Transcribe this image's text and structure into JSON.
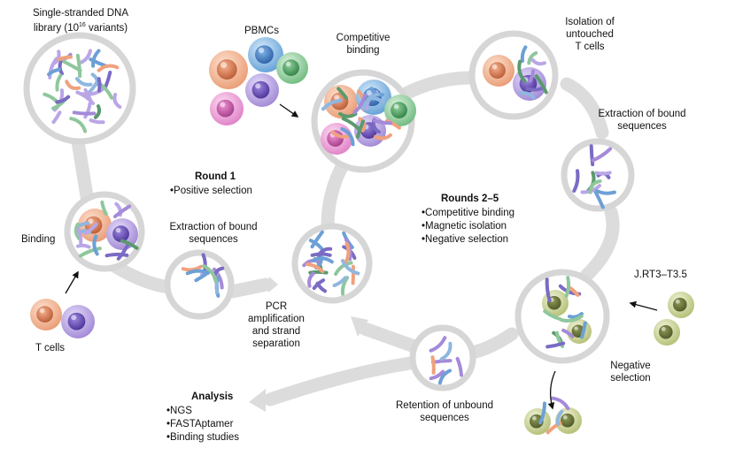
{
  "library": {
    "line1": "Single-stranded DNA",
    "line2_pre": "library (10",
    "line2_sup": "16",
    "line2_post": " variants)"
  },
  "pbmcs": "PBMCs",
  "competitive_binding": {
    "l1": "Competitive",
    "l2": "binding"
  },
  "isolation": {
    "l1": "Isolation of",
    "l2": "untouched",
    "l3": "T cells"
  },
  "extraction_right": {
    "l1": "Extraction of bound",
    "l2": "sequences"
  },
  "round1": {
    "title": "Round 1",
    "items": [
      "Positive selection"
    ]
  },
  "rounds25": {
    "title": "Rounds 2–5",
    "items": [
      "Competitive binding",
      "Magnetic isolation",
      "Negative selection"
    ]
  },
  "binding": "Binding",
  "extraction_left": {
    "l1": "Extraction of bound",
    "l2": "sequences"
  },
  "t_cells": "T cells",
  "pcr": {
    "l1": "PCR",
    "l2": "amplification",
    "l3": "and strand",
    "l4": "separation"
  },
  "jrt3": "J.RT3–T3.5",
  "negative_selection": {
    "l1": "Negative",
    "l2": "selection"
  },
  "retention": {
    "l1": "Retention of unbound",
    "l2": "sequences"
  },
  "analysis": {
    "title": "Analysis",
    "items": [
      "NGS",
      "FASTAptamer",
      "Binding studies"
    ]
  },
  "colors": {
    "track": "#dcdcdc",
    "circle_fill": "#ffffff",
    "circle_stroke": "#d6d6d6",
    "t_cell_orange": "#e9a07a",
    "t_cell_purple": "#a98fd6",
    "pbmc_blue": "#6fa8d8",
    "pbmc_green": "#7cc08a",
    "pbmc_pink": "#e48fcf",
    "jurkat": "#b7c27a"
  }
}
